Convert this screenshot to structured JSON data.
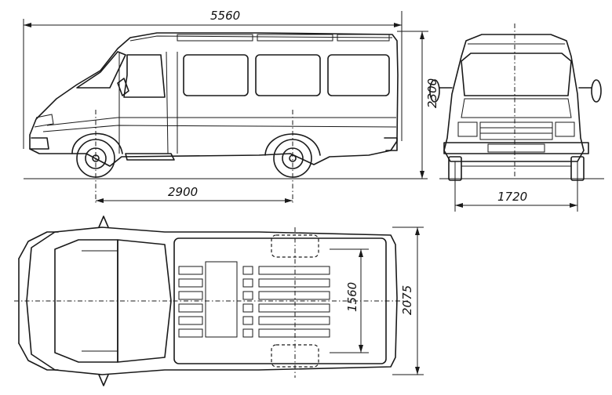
{
  "dimensions": {
    "overall_length": "5560",
    "overall_height": "2300",
    "wheelbase": "2900",
    "track_width": "1720",
    "body_width": "2075",
    "interior_width": "1560"
  }
}
